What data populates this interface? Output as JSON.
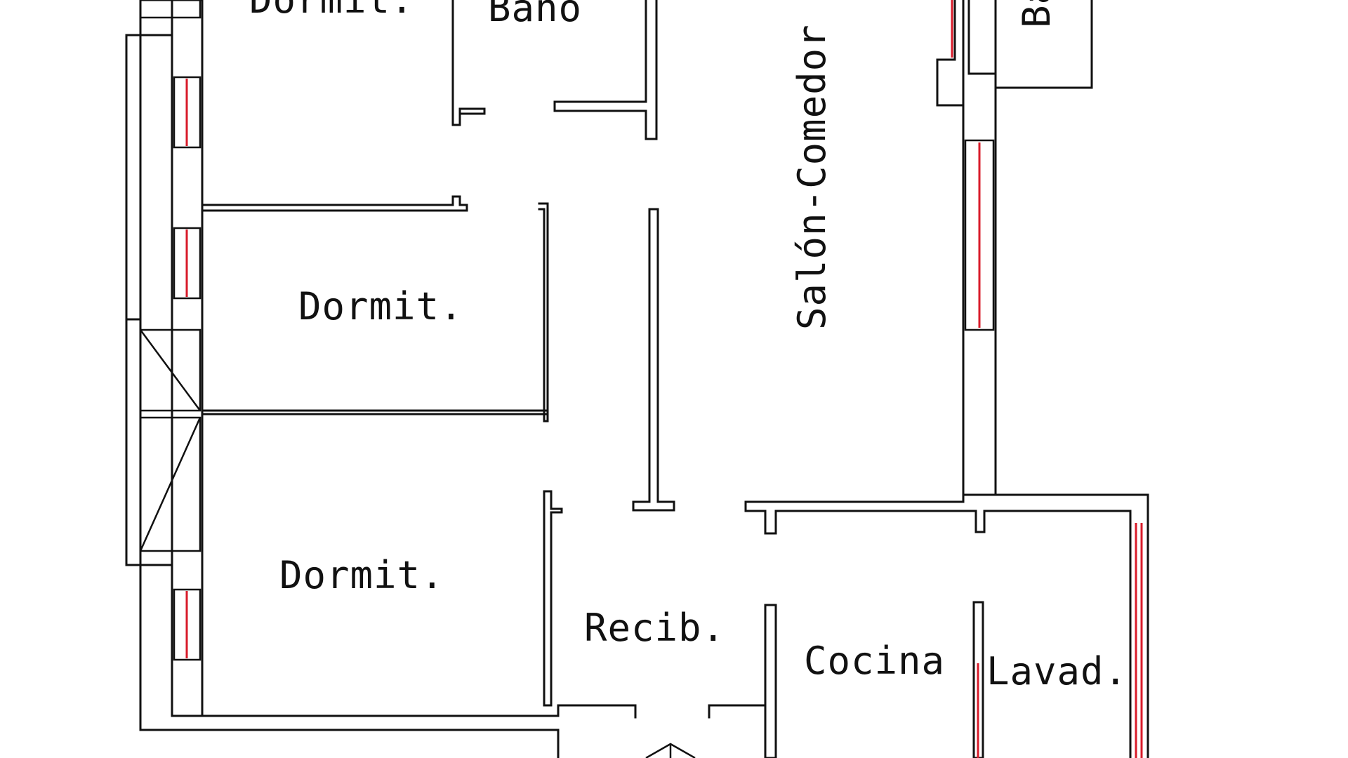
{
  "floor_plan": {
    "rooms": {
      "dormit_top": "Dormit.",
      "bano_top": "Baño",
      "salon_comedor": "Salón-Comedor",
      "bano_right": "Baño",
      "dormit_middle": "Dormit.",
      "dormit_bottom": "Dormit.",
      "recibidor": "Recib.",
      "cocina": "Cocina",
      "lavadero": "Lavad."
    },
    "colors": {
      "walls": "#111111",
      "windows": "#d81b2a",
      "background": "#ffffff"
    }
  }
}
